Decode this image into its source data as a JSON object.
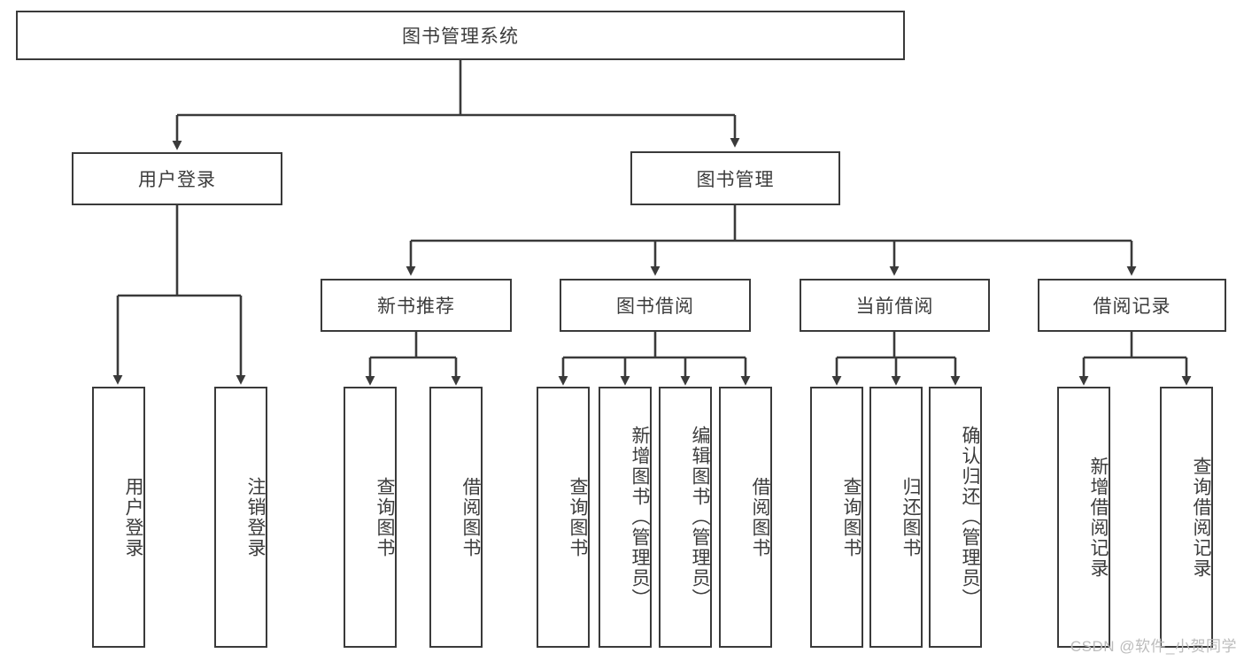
{
  "diagram": {
    "type": "tree",
    "title": "图书管理系统",
    "root": {
      "label": "图书管理系统"
    },
    "level1": [
      {
        "label": "用户登录"
      },
      {
        "label": "图书管理"
      }
    ],
    "level2": [
      {
        "label": "新书推荐",
        "parent": "图书管理"
      },
      {
        "label": "图书借阅",
        "parent": "图书管理"
      },
      {
        "label": "当前借阅",
        "parent": "图书管理"
      },
      {
        "label": "借阅记录",
        "parent": "图书管理"
      }
    ],
    "leaves": {
      "user_login": [
        {
          "label": "用户登录"
        },
        {
          "label": "注销登录"
        }
      ],
      "new_book_recommend": [
        {
          "label": "查询图书"
        },
        {
          "label": "借阅图书"
        }
      ],
      "book_borrow": [
        {
          "label": "查询图书"
        },
        {
          "label": "新增图书（管理员）"
        },
        {
          "label": "编辑图书（管理员）"
        },
        {
          "label": "借阅图书"
        }
      ],
      "current_borrow": [
        {
          "label": "查询图书"
        },
        {
          "label": "归还图书"
        },
        {
          "label": "确认归还（管理员）"
        }
      ],
      "borrow_record": [
        {
          "label": "新增借阅记录"
        },
        {
          "label": "查询借阅记录"
        }
      ]
    }
  },
  "watermark": {
    "text": "CSDN @软件_小贺同学"
  },
  "colors": {
    "stroke": "#3a3a3a",
    "text": "#3c3c3c",
    "background": "#ffffff",
    "watermark": "#bcbcbc"
  }
}
